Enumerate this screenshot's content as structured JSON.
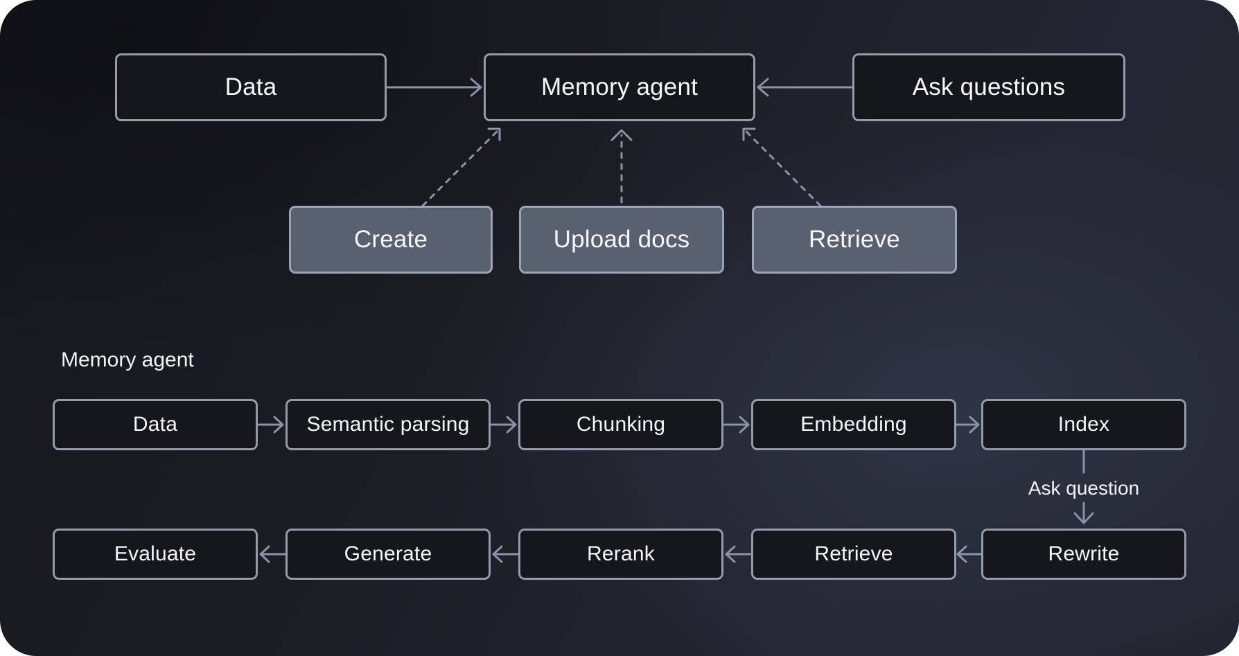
{
  "overview": {
    "nodes": {
      "data": "Data",
      "memory_agent": "Memory agent",
      "ask_questions": "Ask questions",
      "create": "Create",
      "upload_docs": "Upload docs",
      "retrieve": "Retrieve"
    }
  },
  "pipeline": {
    "section_label": "Memory agent",
    "top_row": [
      "Data",
      "Semantic parsing",
      "Chunking",
      "Embedding",
      "Index"
    ],
    "bottom_row": [
      "Evaluate",
      "Generate",
      "Rerank",
      "Retrieve",
      "Rewrite"
    ],
    "connector_label": "Ask question"
  },
  "edges": [
    {
      "from": "Data",
      "to": "Memory agent",
      "style": "solid"
    },
    {
      "from": "Ask questions",
      "to": "Memory agent",
      "style": "solid"
    },
    {
      "from": "Create",
      "to": "Memory agent",
      "style": "dashed"
    },
    {
      "from": "Upload docs",
      "to": "Memory agent",
      "style": "dashed"
    },
    {
      "from": "Retrieve",
      "to": "Memory agent",
      "style": "dashed"
    },
    {
      "from": "Data",
      "to": "Semantic parsing",
      "style": "solid"
    },
    {
      "from": "Semantic parsing",
      "to": "Chunking",
      "style": "solid"
    },
    {
      "from": "Chunking",
      "to": "Embedding",
      "style": "solid"
    },
    {
      "from": "Embedding",
      "to": "Index",
      "style": "solid"
    },
    {
      "from": "Index",
      "to": "Rewrite",
      "style": "solid",
      "label": "Ask question"
    },
    {
      "from": "Rewrite",
      "to": "Retrieve",
      "style": "solid"
    },
    {
      "from": "Retrieve",
      "to": "Rerank",
      "style": "solid"
    },
    {
      "from": "Rerank",
      "to": "Generate",
      "style": "solid"
    },
    {
      "from": "Generate",
      "to": "Evaluate",
      "style": "solid"
    }
  ],
  "colors": {
    "canvas_bg_dark": "#17181c",
    "canvas_bg_light": "#2a2f3a",
    "node_dark_fill": "#16171b",
    "node_gray_fill": "#596070",
    "node_border": "#939bad",
    "edge": "#8b93a6",
    "text": "#f5f6f8"
  }
}
